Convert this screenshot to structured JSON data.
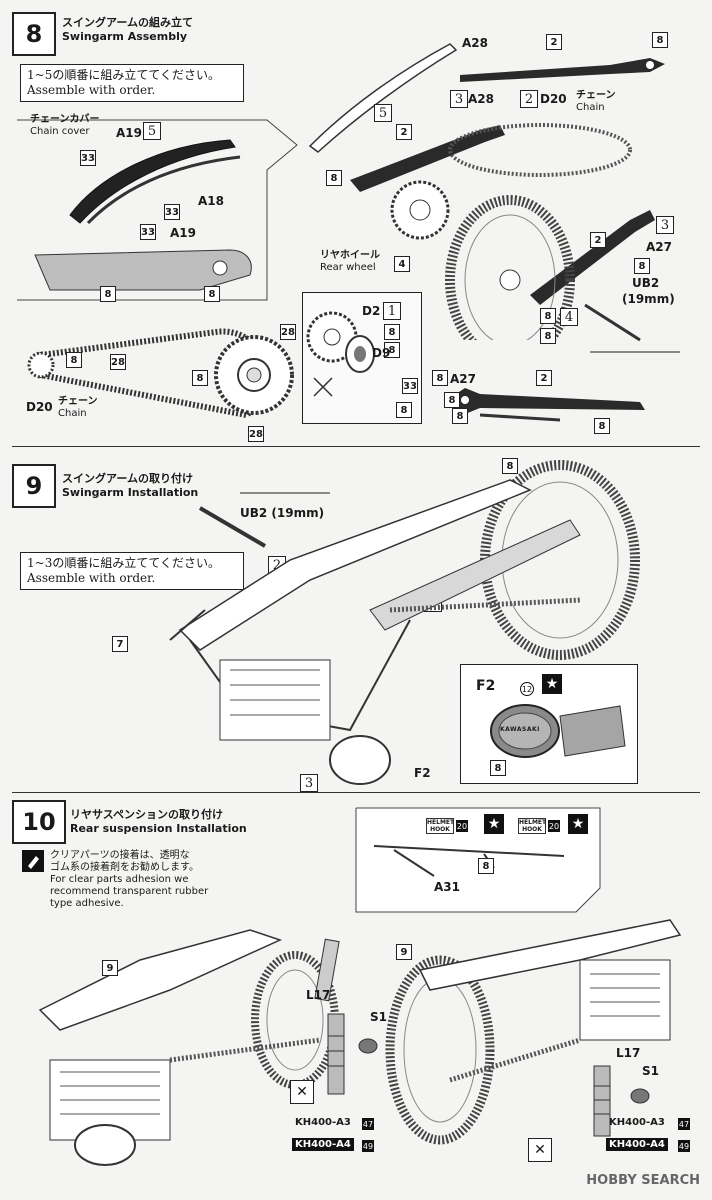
{
  "step8": {
    "number": "8",
    "title_jp": "スイングアームの組み立て",
    "title_en": "Swingarm Assembly",
    "order_jp": "1~5の順番に組み立ててください。",
    "order_en": "Assemble with order.",
    "chain_cover_jp": "チェーンカバー",
    "chain_cover_en": "Chain cover",
    "chain_jp": "チェーン",
    "chain_en": "Chain",
    "rear_wheel_jp": "リヤホイール",
    "rear_wheel_en": "Rear wheel",
    "part_labels": {
      "a28": "A28",
      "a19": "A19",
      "a18": "A18",
      "d20": "D20",
      "a27": "A27",
      "ub2": "UB2",
      "ub2_size": "(19mm)",
      "d2": "D2",
      "d9": "D9"
    },
    "nums": {
      "n1": "1",
      "n2": "2",
      "n3": "3",
      "n4": "4",
      "n5": "5",
      "n8": "8",
      "n28": "28",
      "n33": "33"
    }
  },
  "step9": {
    "number": "9",
    "title_jp": "スイングアームの取り付け",
    "title_en": "Swingarm Installation",
    "order_jp": "1~3の順番に組み立ててください。",
    "order_en": "Assemble with order.",
    "ub2": "UB2 (19mm)",
    "f2": "F2",
    "kawasaki": "KAWASAKI",
    "nums": {
      "n1": "1",
      "n2": "2",
      "n3": "3",
      "n7": "7",
      "n8": "8",
      "n12": "12"
    }
  },
  "step10": {
    "number": "10",
    "title_jp": "リヤサスペンションの取り付け",
    "title_en": "Rear suspension Installation",
    "note_jp_1": "クリアパーツの接着は、透明な",
    "note_jp_2": "ゴム系の接着剤をお勧めします。",
    "note_en_1": "For clear parts adhesion we",
    "note_en_2": "recommend transparent rubber",
    "note_en_3": "type adhesive.",
    "helmet_hook": "HELMET HOOK",
    "a31": "A31",
    "l17": "L17",
    "s1": "S1",
    "kh_a3": "KH400-A3",
    "kh_a4": "KH400-A4",
    "n47": "47",
    "n49": "49",
    "n20": "20",
    "nums": {
      "n8": "8",
      "n9": "9"
    }
  },
  "watermark": "HOBBY SEARCH",
  "star": "★"
}
